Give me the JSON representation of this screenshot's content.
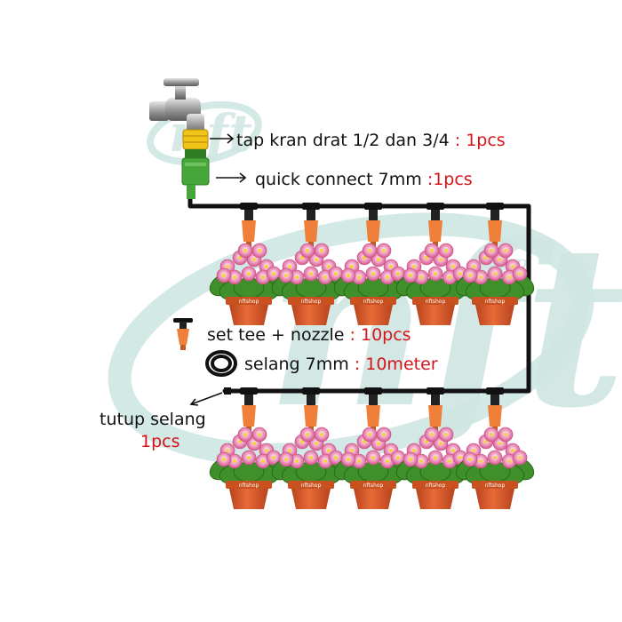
{
  "watermark": {
    "main": "nft",
    "small": "shop",
    "color": "#cfe6e2"
  },
  "pot_label": "nftshop",
  "colors": {
    "pipe": "#111111",
    "nozzle": "#f07f3a",
    "pot": "#d9582b",
    "leaf": "#3f8f2a",
    "flower": "#e98ab5",
    "quantity_text": "#d8141b",
    "connector_green": "#47a63a",
    "connector_yellow": "#f2c418"
  },
  "parts": [
    {
      "icon": "faucet-icon",
      "label": "tap kran drat 1/2 dan 3/4",
      "quantity": ": 1pcs"
    },
    {
      "icon": "quick-connector-icon",
      "label": "quick connect 7mm",
      "quantity": ":1pcs"
    },
    {
      "icon": "tee-nozzle-icon",
      "label": "set tee + nozzle",
      "quantity": ": 10pcs"
    },
    {
      "icon": "hose-coil-icon",
      "label": "selang 7mm",
      "quantity": ": 10meter"
    },
    {
      "icon": "end-cap-icon",
      "label": "tutup selang",
      "quantity": "1pcs"
    }
  ],
  "rows": [
    {
      "pots": 5
    },
    {
      "pots": 5
    }
  ]
}
